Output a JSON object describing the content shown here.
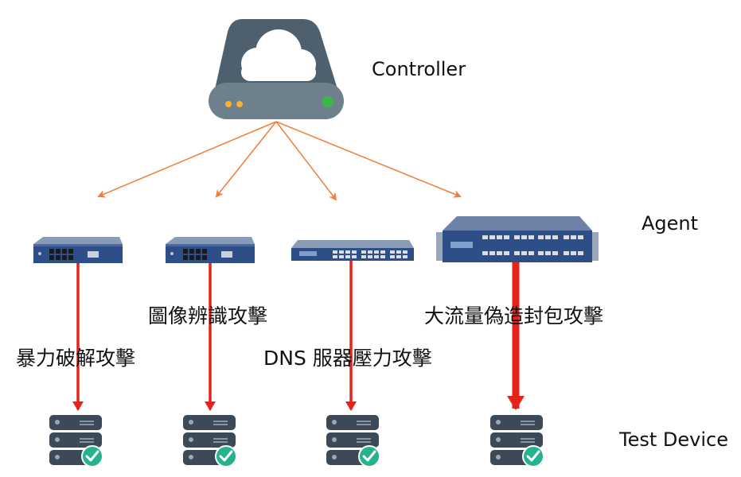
{
  "tiers": {
    "controller": "Controller",
    "agent": "Agent",
    "test_device": "Test Device"
  },
  "attacks": [
    "暴力破解攻擊",
    "圖像辨識攻擊",
    "DNS 服器壓力攻擊",
    "大流量偽造封包攻擊"
  ],
  "colors": {
    "controller_body": "#4e5f6d",
    "controller_base": "#6f808d",
    "controller_led_amber": "#f5b52c",
    "controller_led_green": "#3cb64a",
    "fan_out_arrow": "#f07e3a",
    "attack_arrow": "#e5231b",
    "appliance_blue": "#2d4e86",
    "server_body": "#3c4a57",
    "status_check": "#26b28c"
  },
  "icons": {
    "controller": "cloud-server-icon",
    "agent": "network-appliance-icon",
    "test_device": "server-stack-icon",
    "status": "check-circle-icon"
  }
}
